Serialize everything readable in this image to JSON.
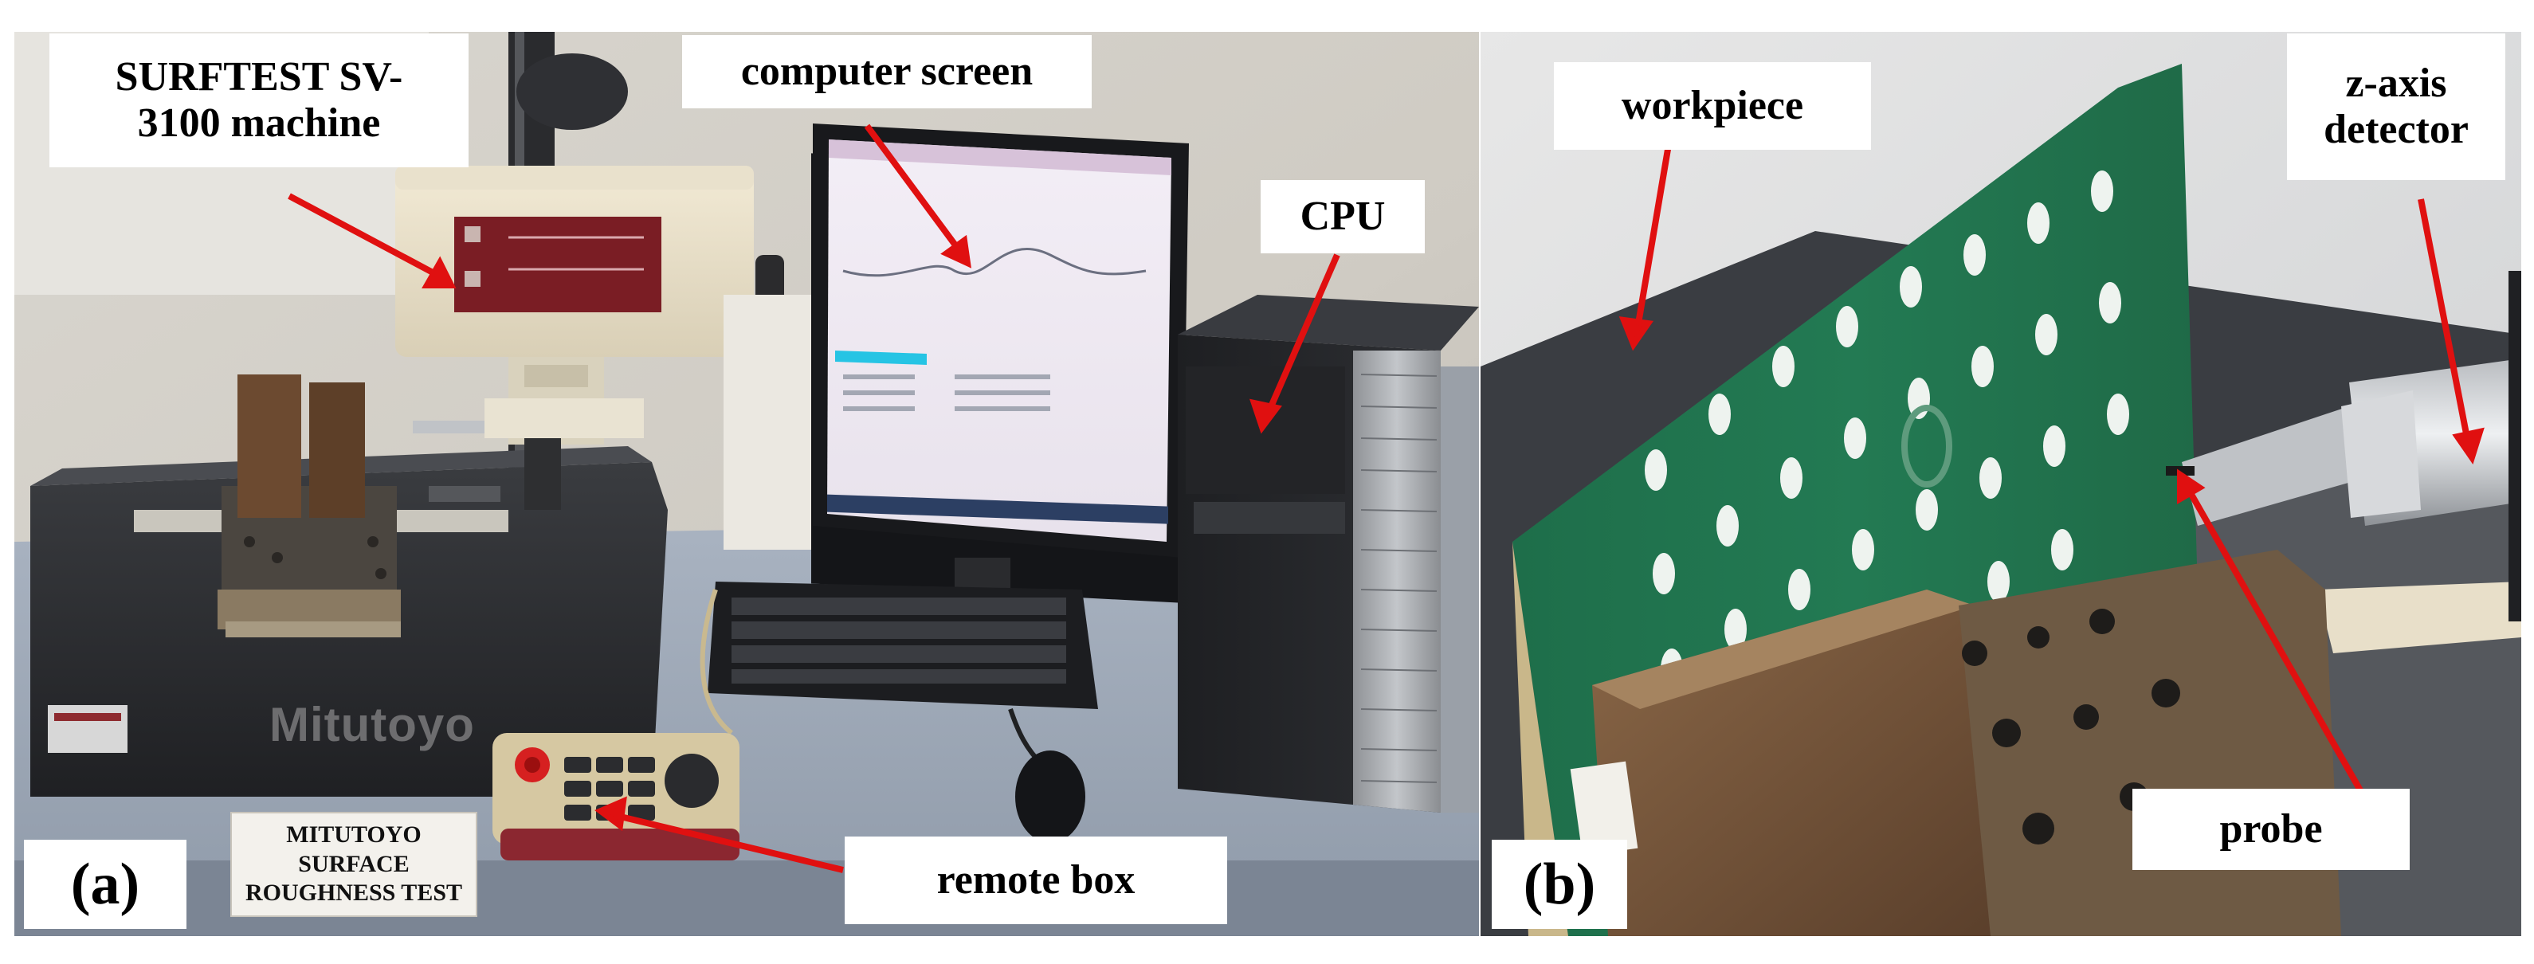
{
  "panels": {
    "a": {
      "tag": "(a)",
      "labels": {
        "machine_line1": "SURFTEST SV-",
        "machine_line2": "3100 machine",
        "screen": "computer screen",
        "cpu": "CPU",
        "remote": "remote box"
      },
      "sign": {
        "line1": "MITUTOYO",
        "line2": "SURFACE",
        "line3": "ROUGHNESS TEST"
      },
      "base_brand": "Mitutoyo",
      "pointer_color": "#e01010"
    },
    "b": {
      "tag": "(b)",
      "labels": {
        "workpiece": "workpiece",
        "detector_line1": "z-axis",
        "detector_line2": "detector",
        "probe": "probe"
      },
      "pointer_color": "#e01010"
    }
  }
}
